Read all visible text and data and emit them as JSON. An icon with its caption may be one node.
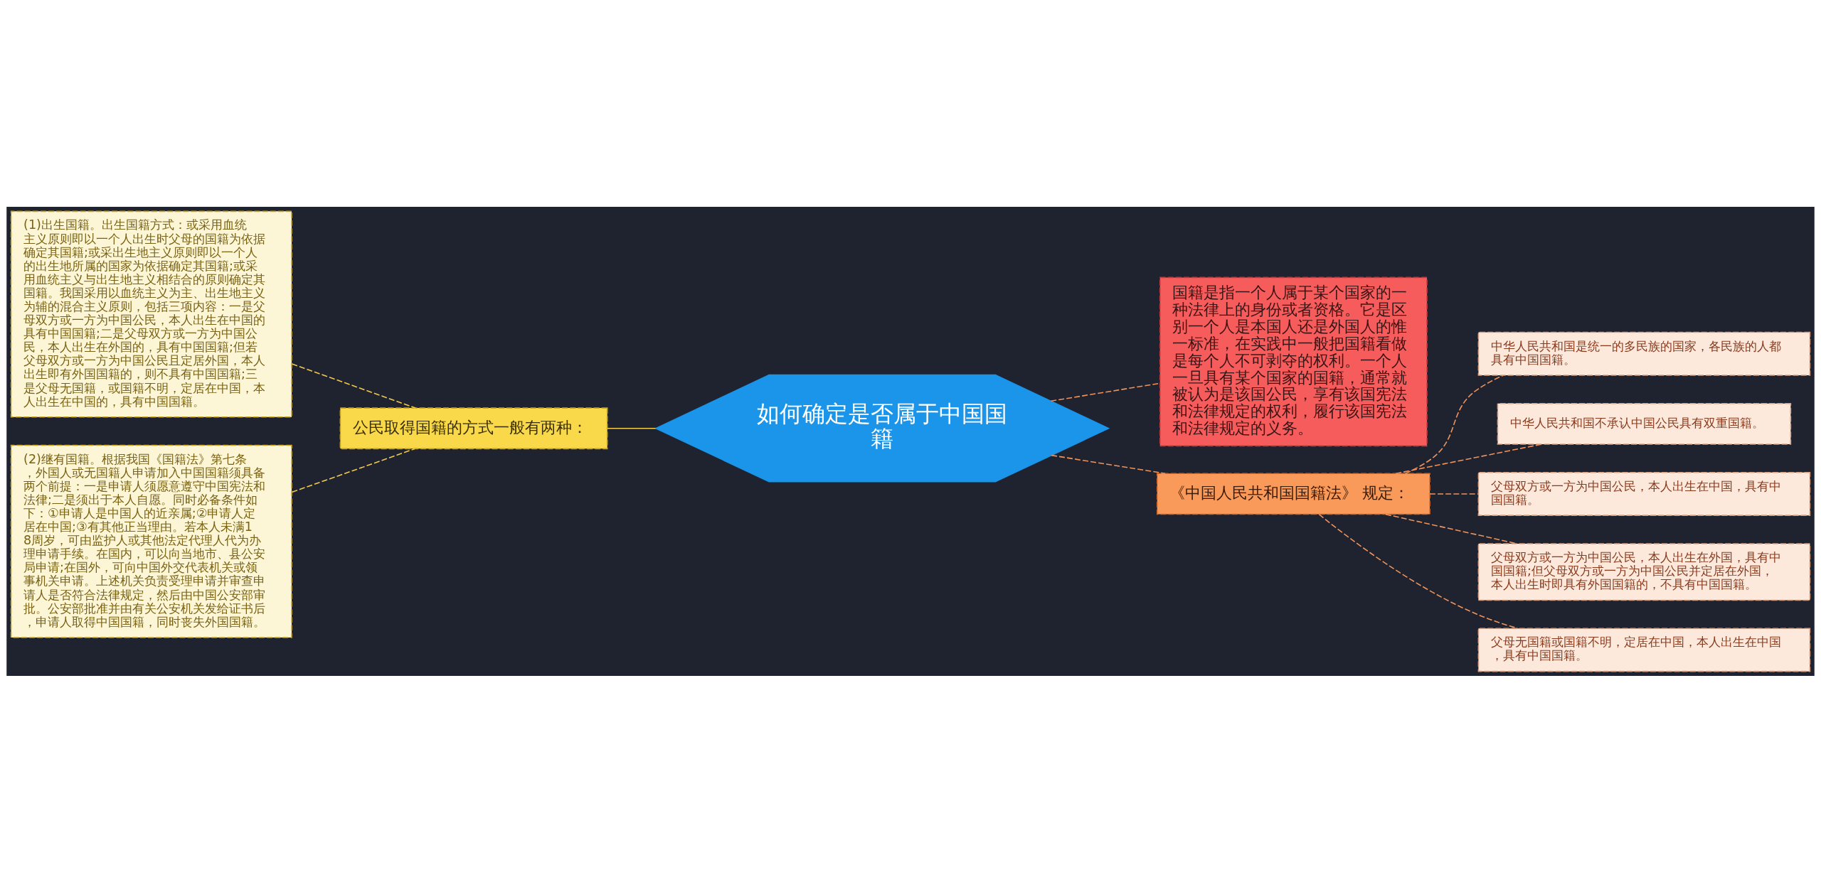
{
  "diagram": {
    "nodes": [
      {
        "text": [
          "如何确定是否属于中国国籍"
        ]
      },
      {
        "text": [
          "公民取得国籍的方式一般有两种："
        ]
      },
      {
        "text": [
          "(1)出生国籍。出生国籍方式：或采用血统主义原则即以一个人出生时父母的国籍为依据确定其国籍;或采出生地主义原则即以一个人的出生地所属的国家为依据确定其国籍;或采用血统主义与出生地主义相结合的原则确定其国籍。我国采用以血统主义为主、出生地主义为辅的混合主义原则，包括三项内容：一是父母双方或一方为中国公民，本人出生在中国的具有中国国籍;二是父母双方或一方为中国公民，本人出生在外国的，具有中国国籍;但若父母双方或一方为中国公民且定居外国，本人出生即有外国国籍的，则不具有中国国籍;三是父母无国籍，或国籍不明，定居在中国，本人出生在中国的，具有中国国籍。"
        ]
      },
      {
        "text": [
          "(2)继有国籍。根据我国《国籍法》第七条，外国人或无国籍人申请加入中国国籍须具备两个前提：一是申请人须愿意遵守中国宪法和法律;二是须出于本人自愿。同时必备条件如下：①申请人是中国人的近亲属;②申请人定居在中国;③有其他正当理由。若本人未满18周岁，可由监护人或其他法定代理人代为办理申请手续。在国内，可以向当地市、县公安局申请;在国外，可向中国外交代表机关或领事机关申请。上述机关负责受理申请并审查申请人是否符合法律规定，然后由中国公安部审批。公安部批准并由有关公安机关发给证书后，申请人取得中国国籍，同时丧失外国国籍。"
        ]
      },
      {
        "text": [
          "国籍是指一个人属于某个国家的一种法律上的身份或者资格。它是区别一个人是本国人还是外国人的惟一标准，在实践中一般把国籍看做是每个人不可剥夺的权利。一个人一旦具有某个国家的国籍，通常就被认为是该国公民，享有该国宪法和法律规定的权利，履行该国宪法和法律规定的义务。"
        ]
      },
      {
        "text": [
          "《中国人民共和国国籍法》 规定："
        ]
      },
      {
        "text": [
          "中华人民共和国是统一的多民族的国家，各民族的人都具有中国国籍。"
        ]
      },
      {
        "text": [
          "中华人民共和国不承认中国公民具有双重国籍。"
        ]
      },
      {
        "text": [
          "父母双方或一方为中国公民，本人出生在中国，具有中国国籍。"
        ]
      },
      {
        "text": [
          "父母双方或一方为中国公民，本人出生在外国，具有中国国籍;但父母双方或一方为中国公民并定居在外国，本人出生时即具有外国国籍的，不具有中国国籍。"
        ]
      },
      {
        "text": [
          "父母无国籍或国籍不明，定居在中国，本人出生在中国，具有中国国籍。"
        ]
      }
    ],
    "edges": [
      {
        "from": 1,
        "to": 0,
        "arrow": "none",
        "color": "#f2c94c"
      },
      {
        "from": 2,
        "to": 1,
        "arrow": "none",
        "style": "dashed",
        "color": "#f2c94c"
      },
      {
        "from": 3,
        "to": 1,
        "arrow": "none",
        "style": "dashed",
        "color": "#f2c94c"
      },
      {
        "from": 0,
        "to": 4,
        "arrow": "none",
        "style": "dashed"
      },
      {
        "from": 0,
        "to": 5,
        "arrow": "none",
        "style": "dashed"
      },
      {
        "from": 5,
        "to": 6,
        "arrow": "none",
        "style": "dashed"
      },
      {
        "from": 5,
        "to": 7,
        "arrow": "none",
        "style": "dashed"
      },
      {
        "from": 5,
        "to": 8,
        "arrow": "none",
        "style": "dashed"
      },
      {
        "from": 5,
        "to": 9,
        "arrow": "none",
        "style": "dashed"
      },
      {
        "from": 5,
        "to": 10,
        "arrow": "none",
        "style": "dashed"
      }
    ]
  }
}
